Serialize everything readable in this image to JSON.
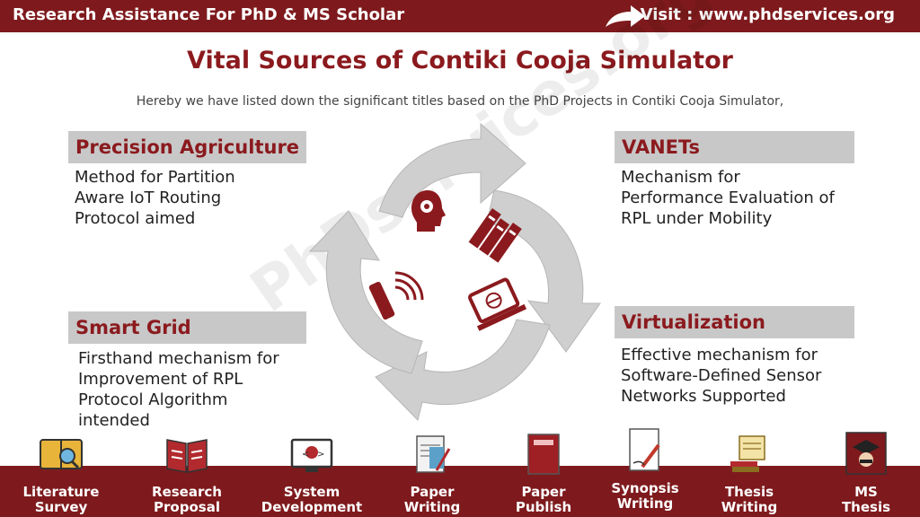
{
  "header": {
    "left_text": "Research Assistance For PhD & MS Scholar",
    "right_text": "Visit : www.phdservices.org",
    "bar_color": "#7e1a1d"
  },
  "title": "Vital Sources of Contiki Cooja Simulator",
  "subtitle": "Hereby we have listed down the significant titles based on the PhD Projects in Contiki Cooja Simulator,",
  "watermark": "PhDservices.org",
  "cycle_icons": [
    "head-gear-icon",
    "books-icon",
    "laptop-globe-icon",
    "router-wifi-icon"
  ],
  "sections": [
    {
      "title": "Precision Agriculture",
      "description": [
        "Method for Partition",
        "Aware IoT Routing",
        "Protocol aimed"
      ]
    },
    {
      "title": "VANETs",
      "description": [
        "Mechanism for",
        "Performance Evaluation of",
        "RPL under Mobility"
      ]
    },
    {
      "title": "Smart Grid",
      "description": [
        "Firsthand mechanism for",
        "Improvement of RPL",
        "Protocol Algorithm",
        "intended"
      ]
    },
    {
      "title": "Virtualization",
      "description": [
        "Effective mechanism for",
        "Software-Defined Sensor",
        "Networks Supported"
      ]
    }
  ],
  "footer": {
    "items": [
      {
        "line1": "Literature",
        "line2": "Survey",
        "icon": "book-magnifier-icon"
      },
      {
        "line1": "Research",
        "line2": "Proposal",
        "icon": "open-book-icon"
      },
      {
        "line1": "System",
        "line2": "Development",
        "icon": "monitor-code-icon"
      },
      {
        "line1": "Paper",
        "line2": "Writing",
        "icon": "clipboard-pen-icon"
      },
      {
        "line1": "Paper",
        "line2": "Publish",
        "icon": "closed-book-icon"
      },
      {
        "line1": "Synopsis",
        "line2": "Writing",
        "icon": "paper-pen-icon"
      },
      {
        "line1": "Thesis",
        "line2": "Writing",
        "icon": "scroll-books-icon"
      },
      {
        "line1": "MS",
        "line2": "Thesis",
        "icon": "graduate-icon"
      }
    ]
  }
}
